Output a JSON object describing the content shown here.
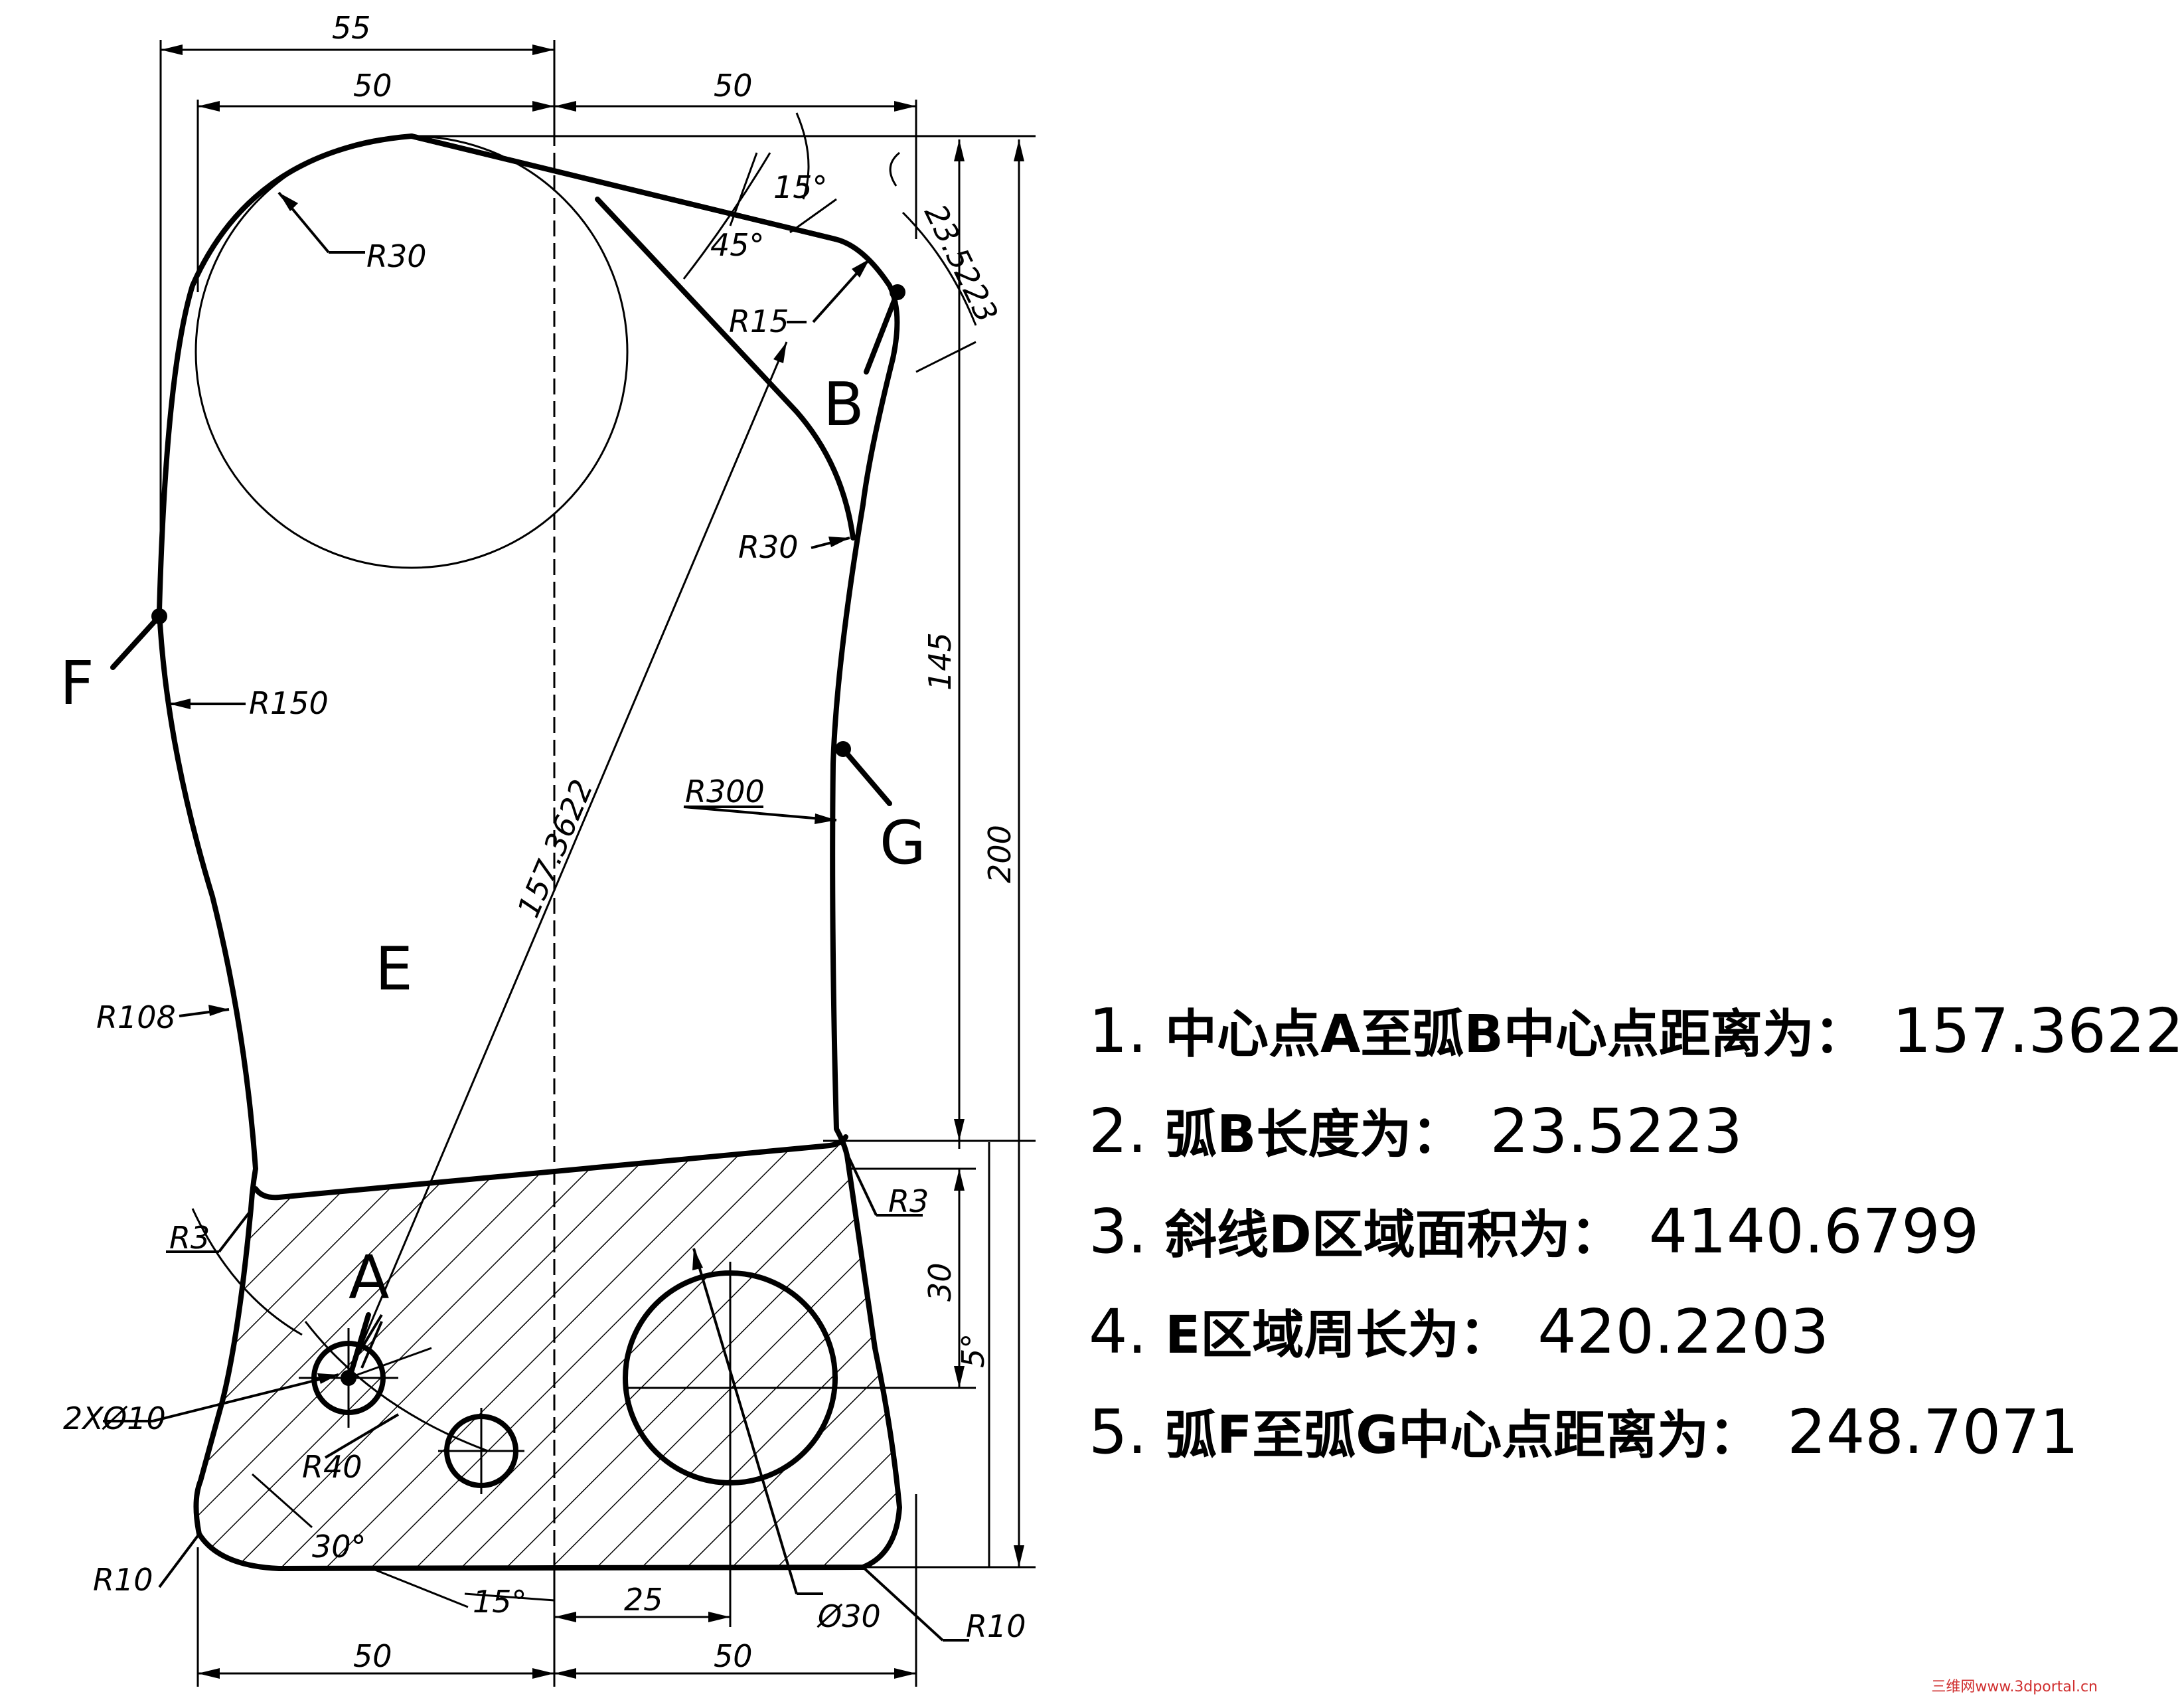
{
  "dimensions": {
    "top_55": "55",
    "top_50_left": "50",
    "top_50_right": "50",
    "bottom_50_left": "50",
    "bottom_50_right": "50",
    "bottom_25": "25",
    "right_145": "145",
    "right_200": "200",
    "right_30": "30",
    "angle_15_top": "15°",
    "angle_45": "45°",
    "angle_5": "5°",
    "angle_30": "30°",
    "angle_15_bottom": "15°",
    "arc_len": "23.5223",
    "diag": "157.3622"
  },
  "radii": {
    "r30_top": "R30",
    "r15": "R15",
    "r30_right": "R30",
    "r150": "R150",
    "r300": "R300",
    "r108": "R108",
    "r3_left": "R3",
    "r3_right": "R3",
    "r40": "R40",
    "r10_left": "R10",
    "r10_right": "R10",
    "holes": "2XØ10",
    "big_hole": "Ø30"
  },
  "points": {
    "a": "A",
    "b": "B",
    "e": "E",
    "f": "F",
    "g": "G"
  },
  "notes": [
    {
      "num": "1.",
      "text": "中心点A至弧B中心点距离为：",
      "value": "157.3622"
    },
    {
      "num": "2.",
      "text": "弧B长度为：",
      "value": "23.5223"
    },
    {
      "num": "3.",
      "text": "斜线D区域面积为：",
      "value": "4140.6799"
    },
    {
      "num": "4.",
      "text": "E区域周长为：",
      "value": "420.2203"
    },
    {
      "num": "5.",
      "text": "弧F至弧G中心点距离为：",
      "value": "248.7071"
    }
  ],
  "watermark": "三维网www.3dportal.cn"
}
